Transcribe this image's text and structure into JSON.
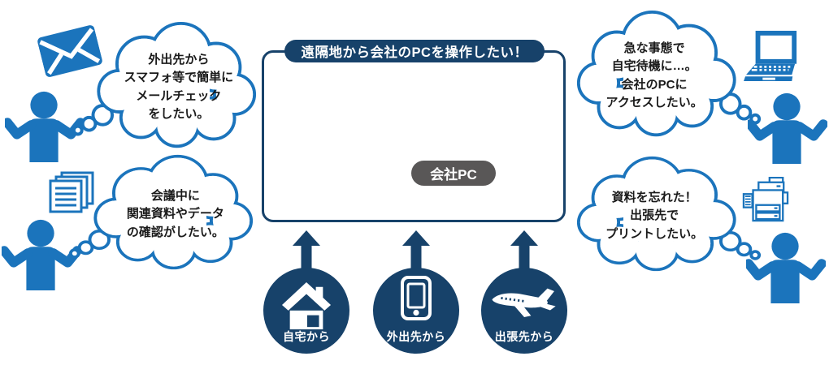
{
  "title": "遠隔地から会社のPCを操作したい！",
  "center": {
    "pc_label": "会社PC",
    "building_icon": "office-building-icon",
    "pc_icon": "desktop-pc-icon"
  },
  "access_points": [
    {
      "label": "自宅から",
      "icon": "house-icon"
    },
    {
      "label": "外出先から",
      "icon": "smartphone-icon"
    },
    {
      "label": "出張先から",
      "icon": "airplane-icon"
    }
  ],
  "thoughts": [
    {
      "position": "top-left",
      "icon": "mail-icon",
      "text": "外出先から\nスマフォ等で簡単に\nメールチェック\nをしたい。"
    },
    {
      "position": "bottom-left",
      "icon": "documents-icon",
      "text": "会議中に\n関連資料やデータ\nの確認がしたい。"
    },
    {
      "position": "top-right",
      "icon": "laptop-icon",
      "text": "急な事態で\n自宅待機に…。\n会社のPCに\nアクセスしたい。"
    },
    {
      "position": "bottom-right",
      "icon": "printer-icon",
      "text": "資料を忘れた！\n出張先で\nプリントしたい。"
    }
  ],
  "colors": {
    "blue": "#1b74bc",
    "navy": "#17426a",
    "pc_gray": "#7b7b7b",
    "label_gray": "#595757",
    "screen_blue": "#a9d5ee",
    "text_dark": "#1a1a1a"
  }
}
